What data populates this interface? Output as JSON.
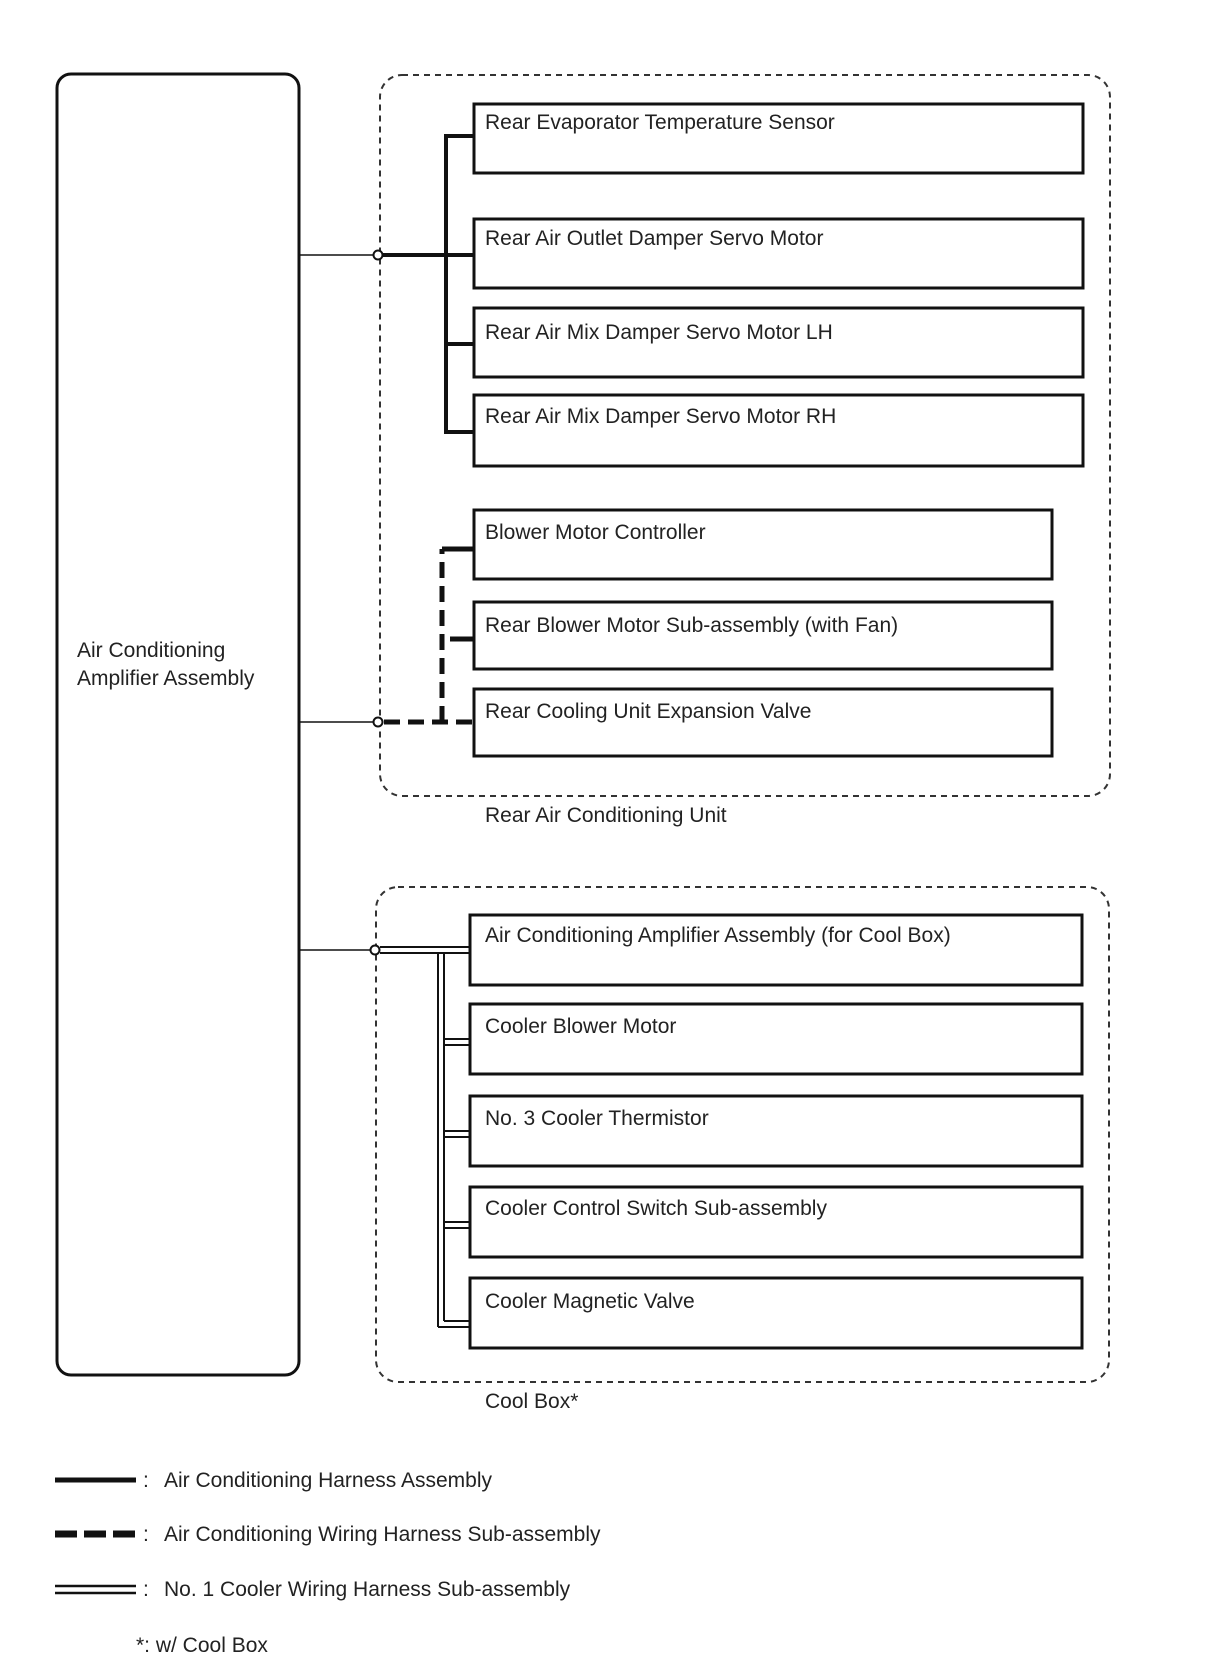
{
  "main_unit": {
    "label_line1": "Air Conditioning",
    "label_line2": "Amplifier Assembly"
  },
  "rear_group": {
    "label": "Rear Air Conditioning Unit",
    "solid_components": [
      "Rear Evaporator Temperature Sensor",
      "Rear Air Outlet Damper Servo Motor",
      "Rear Air Mix Damper Servo Motor LH",
      "Rear Air Mix Damper Servo Motor RH"
    ],
    "dashed_components": [
      "Blower Motor Controller",
      "Rear Blower Motor Sub-assembly (with Fan)",
      "Rear Cooling Unit Expansion Valve"
    ]
  },
  "cool_box_group": {
    "label": "Cool Box*",
    "components": [
      "Air Conditioning Amplifier Assembly (for Cool Box)",
      "Cooler Blower Motor",
      "No. 3 Cooler Thermistor",
      "Cooler Control Switch Sub-assembly",
      "Cooler Magnetic Valve"
    ]
  },
  "legend": [
    {
      "separator": ":",
      "text": "Air Conditioning Harness Assembly"
    },
    {
      "separator": ":",
      "text": "Air Conditioning Wiring Harness Sub-assembly"
    },
    {
      "separator": ":",
      "text": "No. 1 Cooler Wiring Harness Sub-assembly"
    }
  ],
  "footnote": "*: w/ Cool Box"
}
